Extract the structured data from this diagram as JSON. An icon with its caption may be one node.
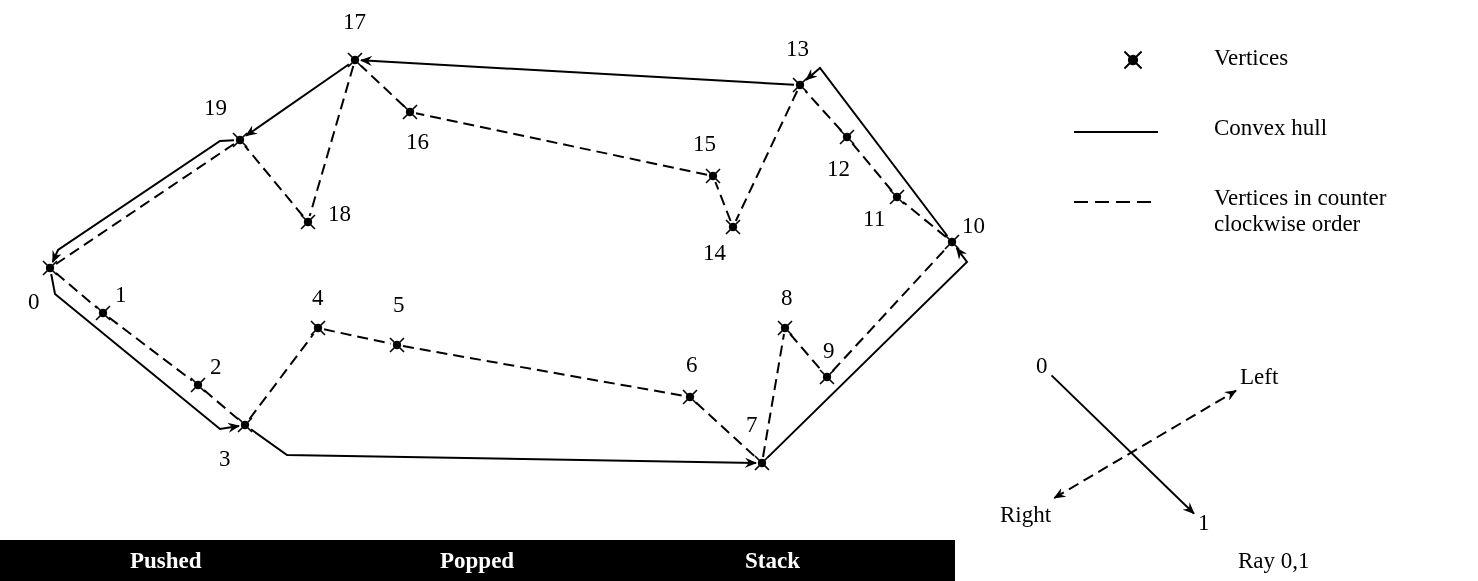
{
  "diagram": {
    "nodes": [
      {
        "text": [
          "0"
        ]
      },
      {
        "text": [
          "1"
        ]
      },
      {
        "text": [
          "2"
        ]
      },
      {
        "text": [
          "3"
        ]
      },
      {
        "text": [
          "4"
        ]
      },
      {
        "text": [
          "5"
        ]
      },
      {
        "text": [
          "6"
        ]
      },
      {
        "text": [
          "7"
        ]
      },
      {
        "text": [
          "8"
        ]
      },
      {
        "text": [
          "9"
        ]
      },
      {
        "text": [
          "10"
        ]
      },
      {
        "text": [
          "11"
        ]
      },
      {
        "text": [
          "12"
        ]
      },
      {
        "text": [
          "13"
        ]
      },
      {
        "text": [
          "14"
        ]
      },
      {
        "text": [
          "15"
        ]
      },
      {
        "text": [
          "16"
        ]
      },
      {
        "text": [
          "17"
        ]
      },
      {
        "text": [
          "18"
        ]
      },
      {
        "text": [
          "19"
        ]
      },
      {
        "text": [
          "0"
        ]
      },
      {
        "text": [
          "Left"
        ]
      },
      {
        "text": [
          "Right"
        ]
      },
      {
        "text": [
          "1"
        ]
      }
    ],
    "edges": [
      {
        "from": 0,
        "to": 1,
        "arrow": "none",
        "style": "dashed"
      },
      {
        "from": 1,
        "to": 2,
        "arrow": "none",
        "style": "dashed"
      },
      {
        "from": 2,
        "to": 3,
        "arrow": "none",
        "style": "dashed"
      },
      {
        "from": 3,
        "to": 4,
        "arrow": "none",
        "style": "dashed"
      },
      {
        "from": 4,
        "to": 5,
        "arrow": "none",
        "style": "dashed"
      },
      {
        "from": 5,
        "to": 6,
        "arrow": "none",
        "style": "dashed"
      },
      {
        "from": 6,
        "to": 7,
        "arrow": "none",
        "style": "dashed"
      },
      {
        "from": 7,
        "to": 8,
        "arrow": "none",
        "style": "dashed"
      },
      {
        "from": 8,
        "to": 9,
        "arrow": "none",
        "style": "dashed"
      },
      {
        "from": 9,
        "to": 10,
        "arrow": "none",
        "style": "dashed"
      },
      {
        "from": 10,
        "to": 11,
        "arrow": "none",
        "style": "dashed"
      },
      {
        "from": 11,
        "to": 12,
        "arrow": "none",
        "style": "dashed"
      },
      {
        "from": 12,
        "to": 13,
        "arrow": "none",
        "style": "dashed"
      },
      {
        "from": 13,
        "to": 14,
        "arrow": "none",
        "style": "dashed"
      },
      {
        "from": 14,
        "to": 15,
        "arrow": "none",
        "style": "dashed"
      },
      {
        "from": 15,
        "to": 16,
        "arrow": "none",
        "style": "dashed"
      },
      {
        "from": 16,
        "to": 17,
        "arrow": "none",
        "style": "dashed"
      },
      {
        "from": 17,
        "to": 18,
        "arrow": "none",
        "style": "dashed"
      },
      {
        "from": 18,
        "to": 19,
        "arrow": "none",
        "style": "dashed"
      },
      {
        "from": 19,
        "to": 0,
        "arrow": "none",
        "style": "dashed"
      },
      {
        "from": 0,
        "to": 3,
        "arrow": "to"
      },
      {
        "from": 3,
        "to": 7,
        "arrow": "to"
      },
      {
        "from": 7,
        "to": 10,
        "arrow": "to"
      },
      {
        "from": 10,
        "to": 13,
        "arrow": "to"
      },
      {
        "from": 13,
        "to": 17,
        "arrow": "to"
      },
      {
        "from": 17,
        "to": 19,
        "arrow": "to"
      },
      {
        "from": 19,
        "to": 0,
        "arrow": "to"
      },
      {
        "from": 20,
        "to": 23,
        "arrow": "to"
      },
      {
        "from": 22,
        "to": 21,
        "arrow": "both",
        "style": "dashed"
      }
    ],
    "labels": [
      "Ray 0,1",
      "Pushed",
      "Popped",
      "Stack"
    ],
    "legend": [
      {
        "text": "Vertices"
      },
      {
        "text": "Convex hull"
      },
      {
        "text": "Vertices in counter clockwise order"
      }
    ]
  }
}
